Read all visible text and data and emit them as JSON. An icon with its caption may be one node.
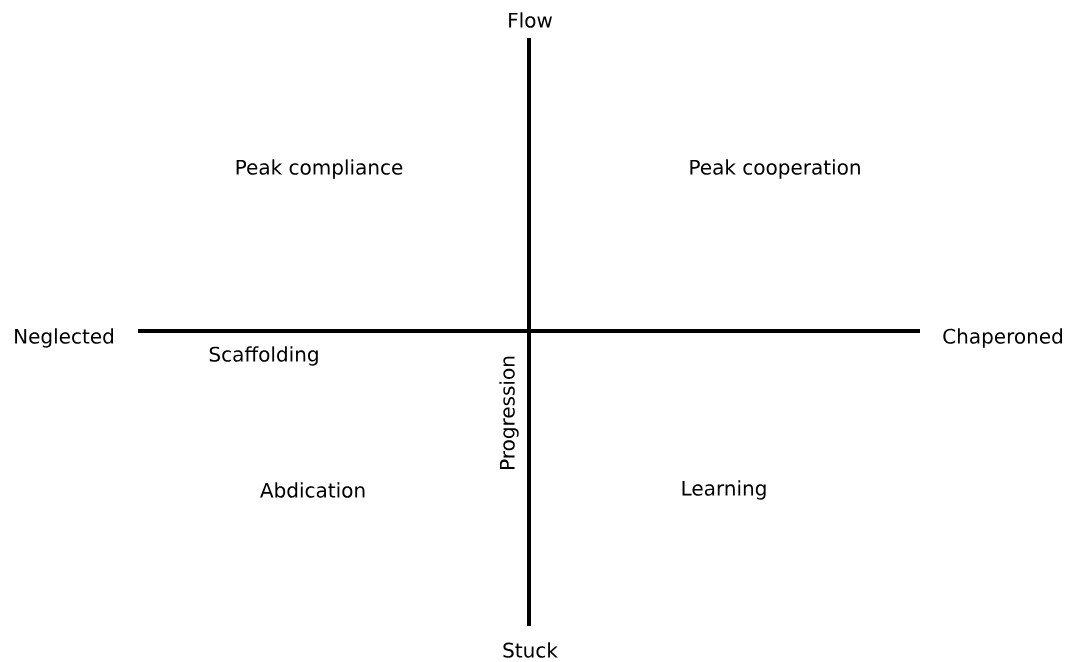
{
  "diagram": {
    "labels": [
      "Flow",
      "Peak compliance",
      "Peak cooperation",
      "Neglected",
      "Chaperoned",
      "Scaffolding",
      "Progression",
      "Abdication",
      "Learning",
      "Stuck"
    ]
  }
}
